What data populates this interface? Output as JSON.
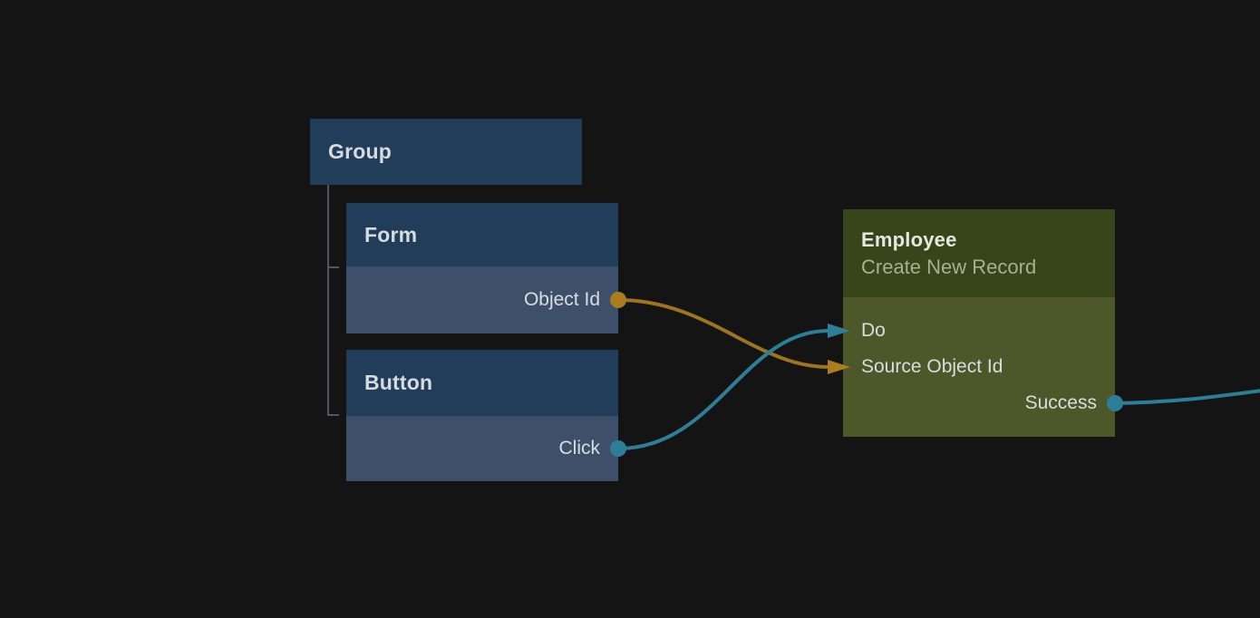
{
  "app": {
    "type": "node-flow-editor"
  },
  "colors": {
    "background": "#141414",
    "node_blue_header": "#223d5a",
    "node_blue_body": "#3e5069",
    "node_green_header": "#37451a",
    "node_green_body": "#4d5729",
    "wire_orange": "#9d741f",
    "wire_teal": "#2d7f98",
    "dot_orange": "#aa7d1e",
    "dot_teal": "#2d7f98",
    "tree_line": "#53555a",
    "node_title": "#d7dbdf",
    "green_title": "#e6e8e0",
    "green_subtitle": "#a7b08f",
    "port_label": "#d9dde0"
  },
  "nodes": {
    "group": {
      "title": "Group"
    },
    "form": {
      "title": "Form",
      "ports": {
        "object_id": {
          "label": "Object Id",
          "direction": "output",
          "color": "orange"
        }
      }
    },
    "button": {
      "title": "Button",
      "ports": {
        "click": {
          "label": "Click",
          "direction": "output",
          "color": "teal"
        }
      }
    },
    "employee": {
      "title": "Employee",
      "subtitle": "Create New Record",
      "ports": {
        "do": {
          "label": "Do",
          "direction": "input",
          "color": "teal"
        },
        "source_object_id": {
          "label": "Source Object Id",
          "direction": "input",
          "color": "orange"
        },
        "success": {
          "label": "Success",
          "direction": "output",
          "color": "teal"
        }
      }
    }
  },
  "hierarchy": {
    "group_children": [
      "Form",
      "Button"
    ]
  },
  "connections": [
    {
      "from": "form.object_id",
      "to": "employee.source_object_id",
      "color": "orange"
    },
    {
      "from": "button.click",
      "to": "employee.do",
      "color": "teal"
    },
    {
      "from": "employee.success",
      "to": "offscreen_right",
      "color": "teal"
    }
  ]
}
